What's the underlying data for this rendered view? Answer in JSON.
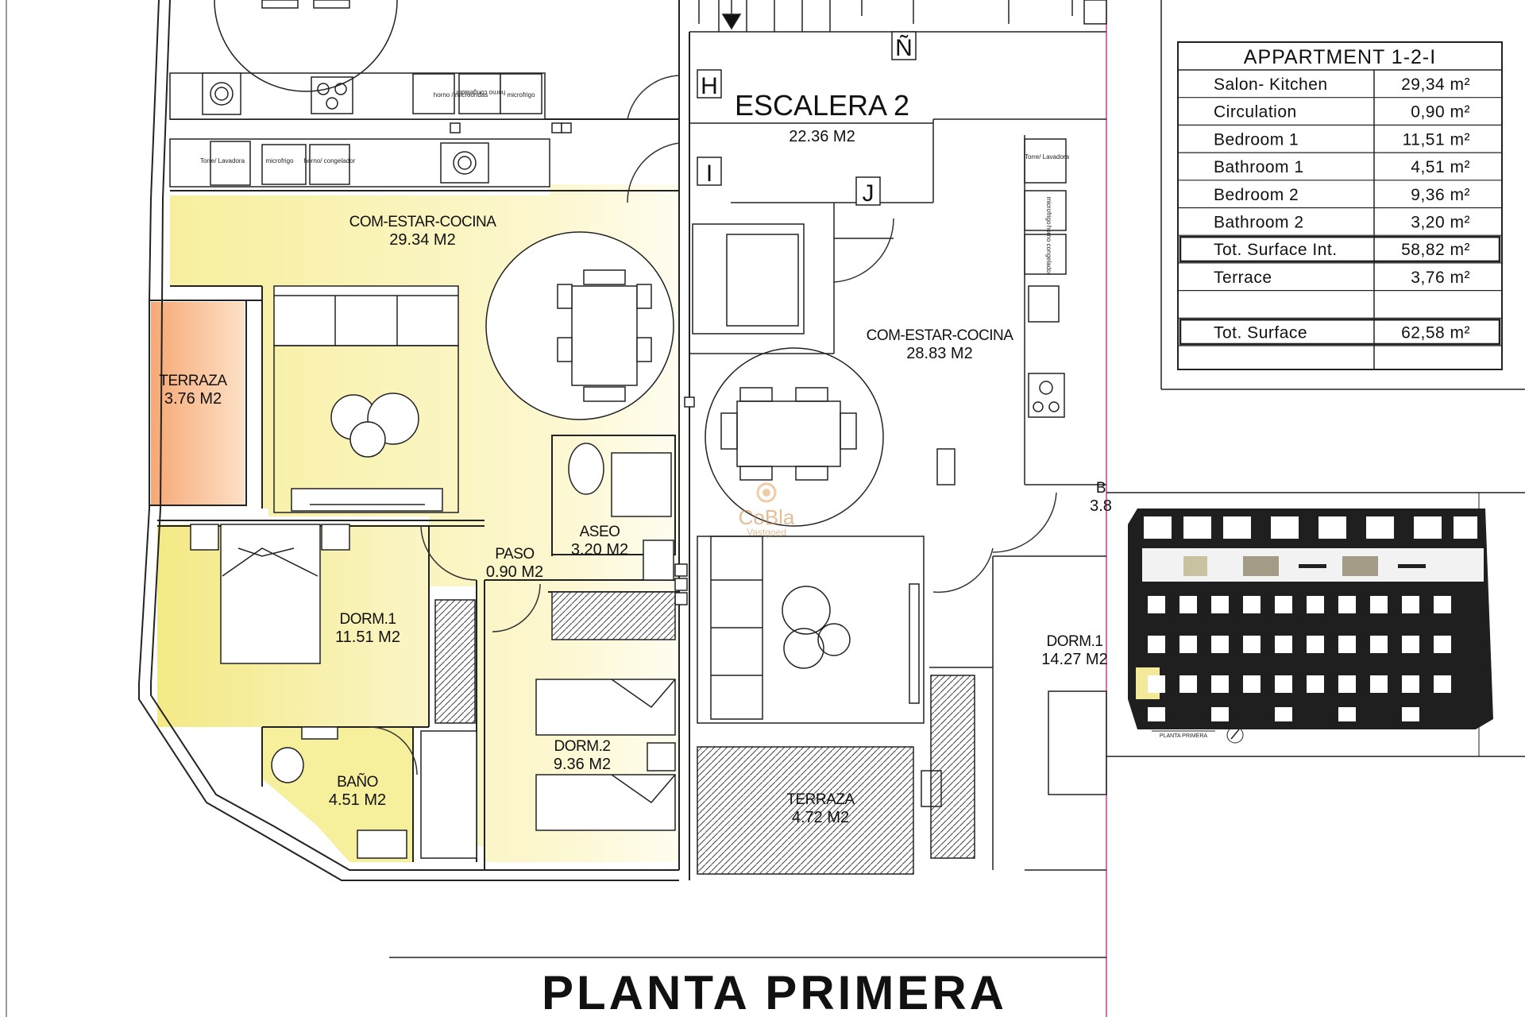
{
  "plan_title": "PLANTA PRIMERA",
  "watermark": {
    "brand": "CoBla",
    "sub": "Vastgoed"
  },
  "stair": {
    "name": "ESCALERA 2",
    "area": "22.36 M2"
  },
  "markers": {
    "n": "Ñ",
    "h": "H",
    "i": "I",
    "j": "J"
  },
  "rooms": {
    "living": {
      "name": "COM-ESTAR-COCINA",
      "area": "29.34 M2"
    },
    "terrace_left": {
      "name": "TERRAZA",
      "area": "3.76 M2"
    },
    "aseo": {
      "name": "ASEO",
      "area": "3.20 M2"
    },
    "paso": {
      "name": "PASO",
      "area": "0.90 M2"
    },
    "dorm1": {
      "name": "DORM.1",
      "area": "11.51 M2"
    },
    "dorm2": {
      "name": "DORM.2",
      "area": "9.36 M2"
    },
    "bano": {
      "name": "BAÑO",
      "area": "4.51 M2"
    },
    "terrace_mid": {
      "name": "TERRAZA",
      "area": "4.72 M2"
    },
    "living_right": {
      "name": "COM-ESTAR-COCINA",
      "area": "28.83 M2"
    },
    "dorm1_right": {
      "name": "DORM.1",
      "area": "14.27 M2"
    },
    "cut_right": {
      "name": "B",
      "area": "3.8"
    }
  },
  "appliances": {
    "horno_micro": "horno / microondas",
    "horno_cong": "horno congelador",
    "microfrigo": "microfrigo",
    "torre_lav": "Torre/ Lavadora",
    "microfrigo2": "microfrigo",
    "horno_cong2": "horno/ congelador",
    "torre_lav2": "Torre/ Lavadora",
    "microfrigo3": "microfrigo",
    "horno_cong3": "horno congelador"
  },
  "surface_table": {
    "title": "APPARTMENT 1-2-I",
    "rows": [
      {
        "label": "Salon- Kitchen",
        "value": "29,34 m²"
      },
      {
        "label": "Circulation",
        "value": "0,90 m²"
      },
      {
        "label": "Bedroom 1",
        "value": "11,51 m²"
      },
      {
        "label": "Bathroom 1",
        "value": "4,51 m²"
      },
      {
        "label": "Bedroom 2",
        "value": "9,36 m²"
      },
      {
        "label": "Bathroom 2",
        "value": "3,20 m²"
      },
      {
        "label": "Tot. Surface Int.",
        "value": "58,82 m²"
      },
      {
        "label": "Terrace",
        "value": "3,76 m²"
      },
      {
        "label": "",
        "value": ""
      },
      {
        "label": "Tot. Surface",
        "value": "62,58 m²"
      }
    ]
  },
  "key_plan": {
    "caption": "PLANTA PRIMERA"
  },
  "colors": {
    "living_fill": "#fbf6c6",
    "terrace_fill": "#f5b183",
    "bedroom_fill": "#f6ef9c",
    "frame_line": "#c0448a"
  }
}
